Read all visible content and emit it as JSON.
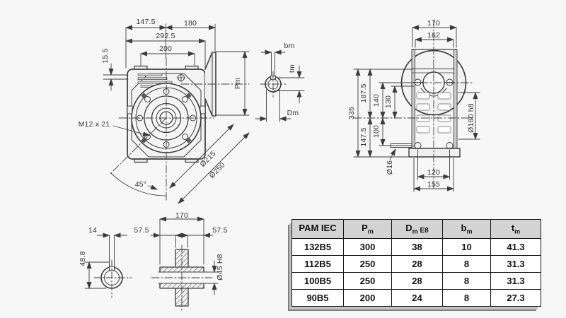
{
  "views": {
    "front": {
      "d147_5": "147.5",
      "d180": "180",
      "d292_5": "292.5",
      "d200": "200",
      "d15_5": "15.5",
      "m12": "M12 x 21",
      "pm": "Pm",
      "a45": "45°",
      "d215": "Ø215",
      "d250": "Ø250"
    },
    "shaft_section": {
      "bm": "bm",
      "tm": "tm",
      "dm": "Dm"
    },
    "side": {
      "d170": "170",
      "d162": "162",
      "d335": "335",
      "d187_5": "187.5",
      "d140": "140",
      "d130": "130",
      "d100": "100",
      "d147_5": "147.5",
      "d180h8": "Ø180 h8",
      "d16": "Ø16",
      "d120": "120",
      "d155": "155"
    },
    "output_shaft": {
      "d14": "14",
      "d57_5l": "57.5",
      "d170": "170",
      "d57_5r": "57.5",
      "d48_8": "48.8",
      "d45h8": "Ø45 H8"
    }
  },
  "table": {
    "headers": [
      {
        "main": "PAM IEC",
        "sub": "",
        "suffix": ""
      },
      {
        "main": "P",
        "sub": "m",
        "suffix": ""
      },
      {
        "main": "D",
        "sub": "m",
        "suffix": " E8"
      },
      {
        "main": "b",
        "sub": "m",
        "suffix": ""
      },
      {
        "main": "t",
        "sub": "m",
        "suffix": ""
      }
    ],
    "rows": [
      [
        "132B5",
        "300",
        "38",
        "10",
        "41.3"
      ],
      [
        "112B5",
        "250",
        "28",
        "8",
        "31.3"
      ],
      [
        "100B5",
        "250",
        "28",
        "8",
        "31.3"
      ],
      [
        "90B5",
        "200",
        "24",
        "8",
        "27.3"
      ]
    ]
  },
  "colors": {
    "line": "#3c3c3c",
    "fill_light": "#cdcdcd",
    "table_header_bg": "#d3d3d3",
    "background": "#f7f7f7"
  }
}
